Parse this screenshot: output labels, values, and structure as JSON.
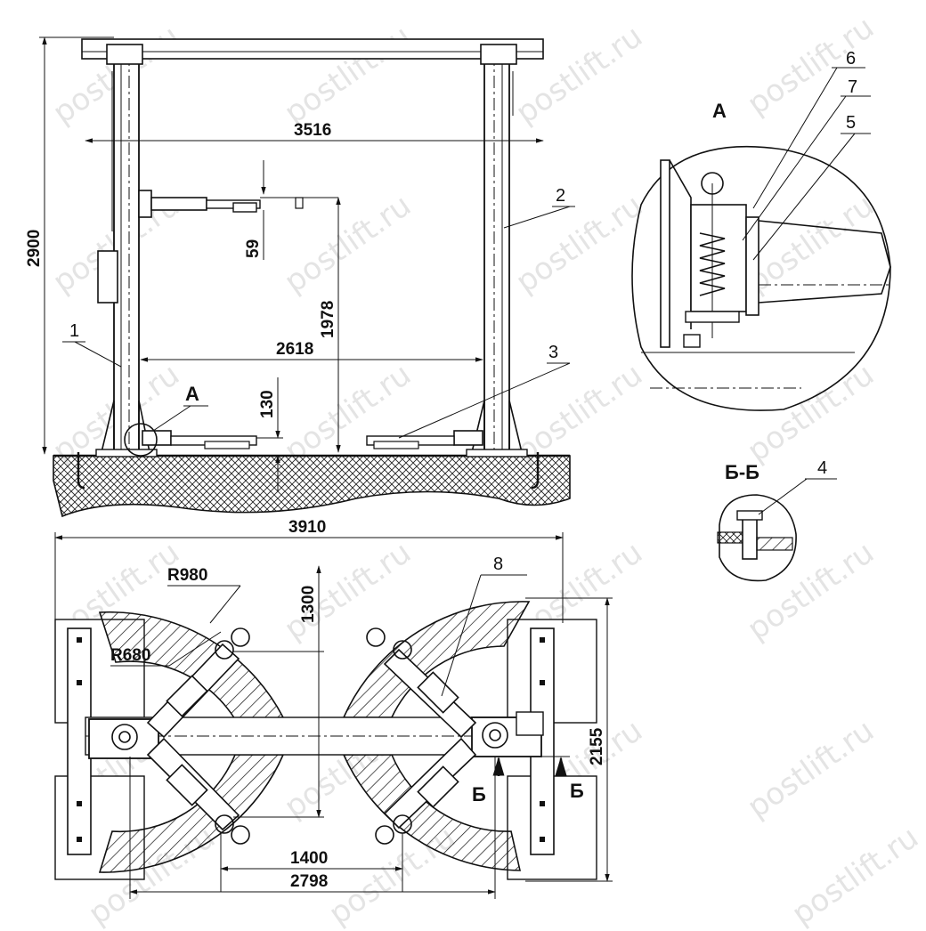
{
  "watermark": "postlift.ru",
  "dimensions": {
    "total_height": "2900",
    "column_span": "3516",
    "step": "59",
    "max_lift": "1978",
    "inner_width": "2618",
    "min_pad_height": "130",
    "overall_width": "3910",
    "radius_outer": "R980",
    "radius_inner": "R680",
    "arm_length": "1300",
    "base_depth": "2155",
    "pad_spacing": "1400",
    "outer_pad_spacing": "2798"
  },
  "callouts": {
    "c1": "1",
    "c2": "2",
    "c3": "3",
    "c4": "4",
    "c5": "5",
    "c6": "6",
    "c7": "7",
    "c8": "8",
    "detail_a_marker": "А"
  },
  "views": {
    "detail_a_title": "А",
    "section_title": "Б-Б",
    "section_mark_left": "Б",
    "section_mark_right": "Б"
  }
}
